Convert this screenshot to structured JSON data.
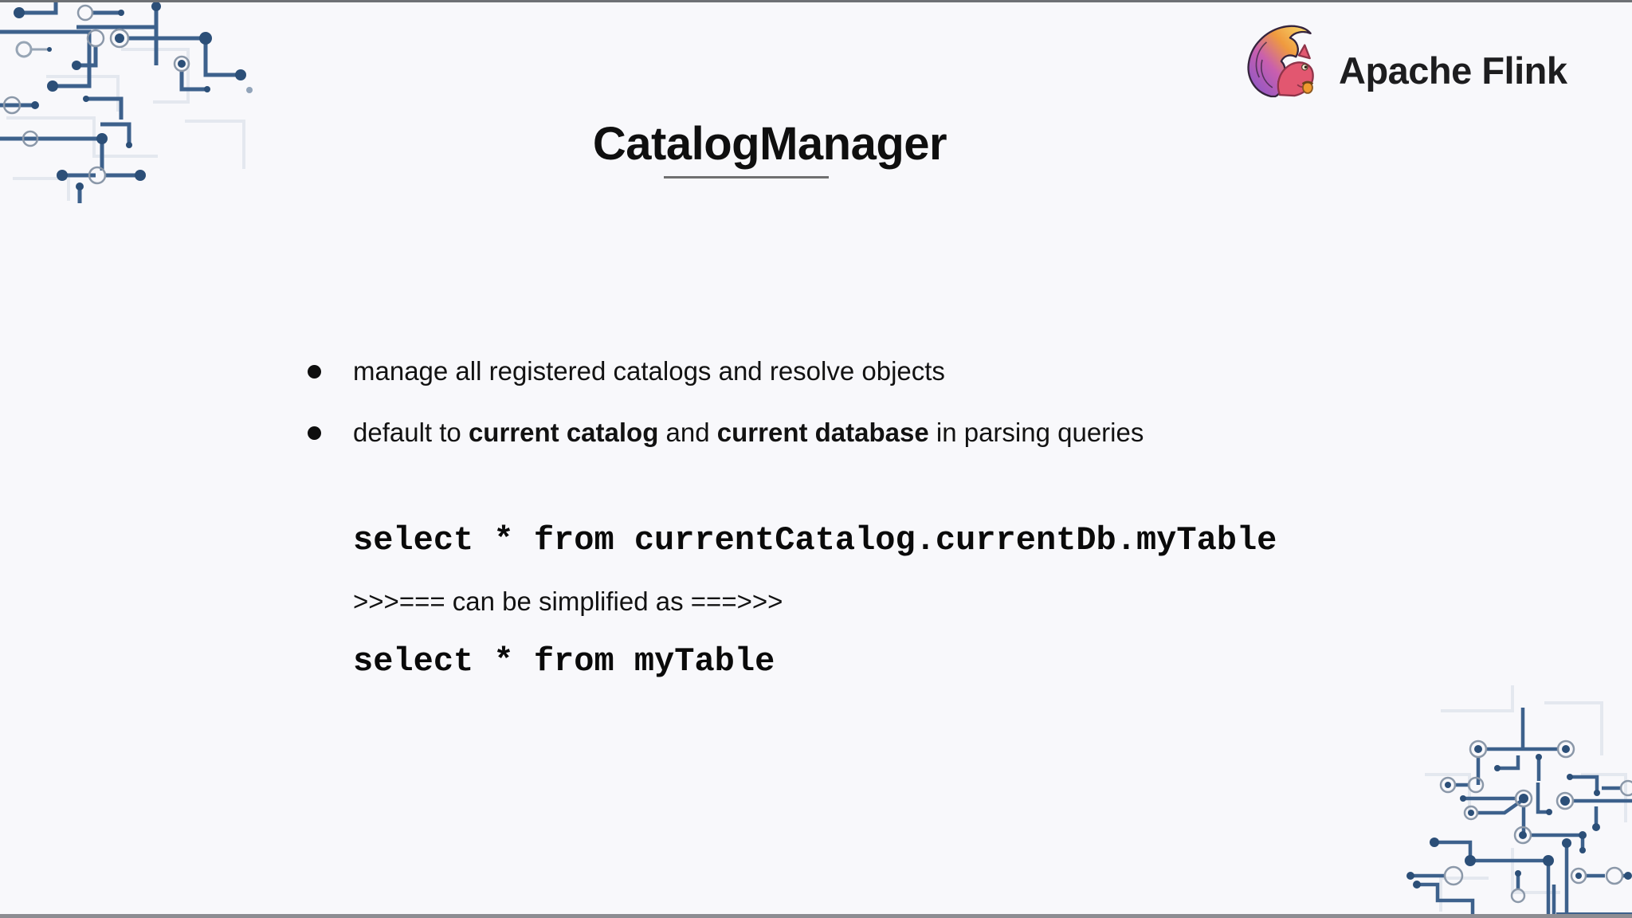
{
  "slide_title": "CatalogManager",
  "brand": {
    "name": "Apache Flink"
  },
  "bullets": {
    "b1": {
      "t1": "manage all registered catalogs and resolve objects"
    },
    "b2": {
      "t1": "default to ",
      "t2": "current catalog",
      "t3": " and ",
      "t4": "current database",
      "t5": " in parsing queries"
    }
  },
  "code": {
    "line1": "select * from currentCatalog.currentDb.myTable",
    "transition": ">>>=== can be simplified as ===>>>",
    "line2": "select * from myTable"
  },
  "colors": {
    "background": "#f8f8fb",
    "text": "#121212",
    "divider_gray": "#707070",
    "edge_line_gray": "#8d8d92",
    "circuit_trace_blue": "#3d618c",
    "circuit_node_blue": "#2c4f78",
    "circuit_ring_gray": "#8b98a9",
    "circuit_faint_gray": "#e4e8ef",
    "flink_body_pink": "#e25770",
    "flink_tail_purple": "#8e57c6",
    "flink_tail_magenta": "#c95fae",
    "flink_tail_orange": "#ef9a3f",
    "flink_tail_yellow": "#f7d266"
  }
}
